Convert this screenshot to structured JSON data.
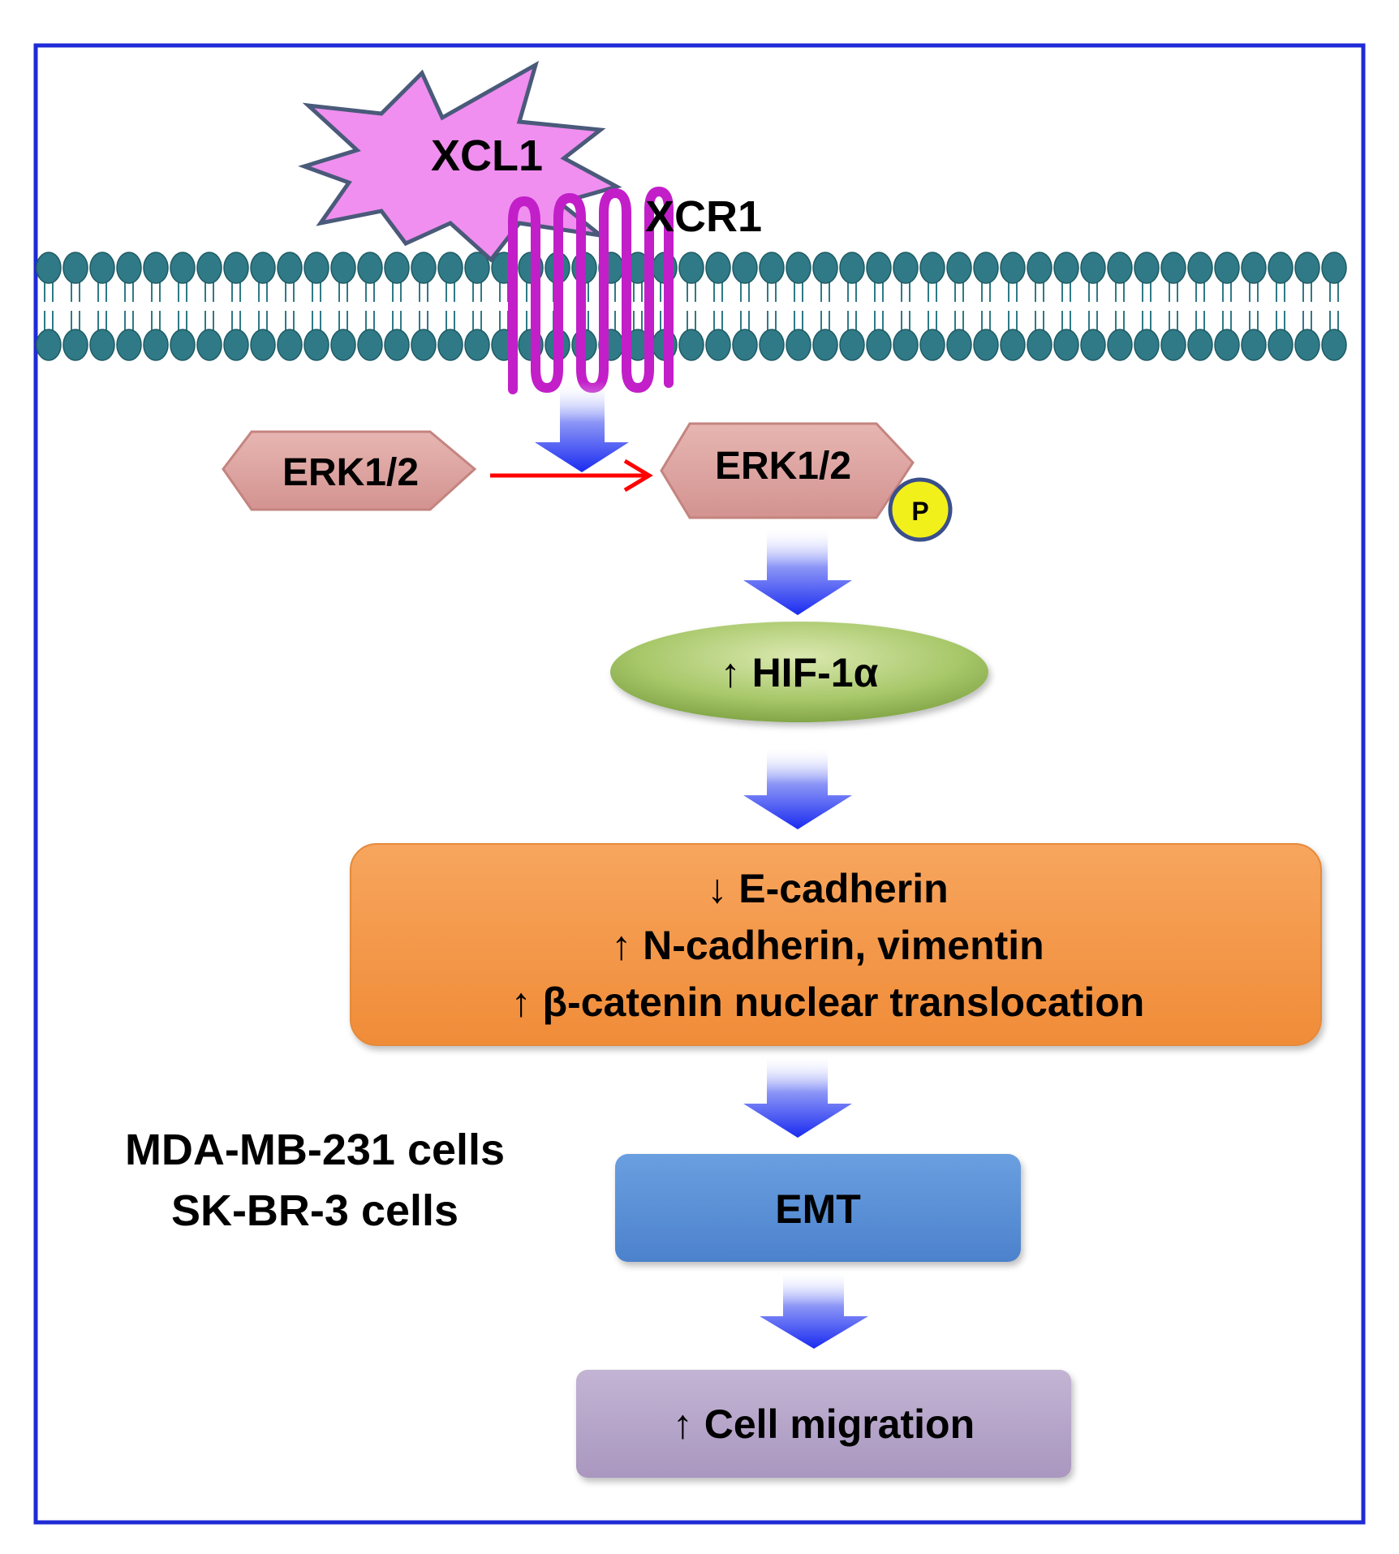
{
  "ligand": {
    "label": "XCL1"
  },
  "receptor": {
    "label": "XCR1"
  },
  "erk": {
    "label_inactive": "ERK1/2",
    "label_active": "ERK1/2",
    "phospho": "P"
  },
  "hif": {
    "label": "↑ HIF-1α"
  },
  "markers": {
    "line1": "↓ E-cadherin",
    "line2": "↑ N-cadherin, vimentin",
    "line3": "↑ β-catenin nuclear translocation"
  },
  "emt": {
    "label": "EMT"
  },
  "migration": {
    "label": "↑ Cell migration"
  },
  "cells": {
    "line1": "MDA-MB-231 cells",
    "line2": "SK-BR-3 cells"
  },
  "colors": {
    "frame": "#1f2bd6",
    "ligand_fill": "#f08ff0",
    "receptor": "#c21fc9",
    "membrane": "#2f7a86",
    "erk_fill": "#dfa3a0",
    "phospho_fill": "#f2f01a",
    "hif_fill": "#a8c86a",
    "markers_fill": "#f5994a",
    "emt_fill": "#5b91d6",
    "migration_fill": "#b6a5c9",
    "arrow_blue": "#1a2bf0",
    "arrow_red": "#ff0000"
  }
}
